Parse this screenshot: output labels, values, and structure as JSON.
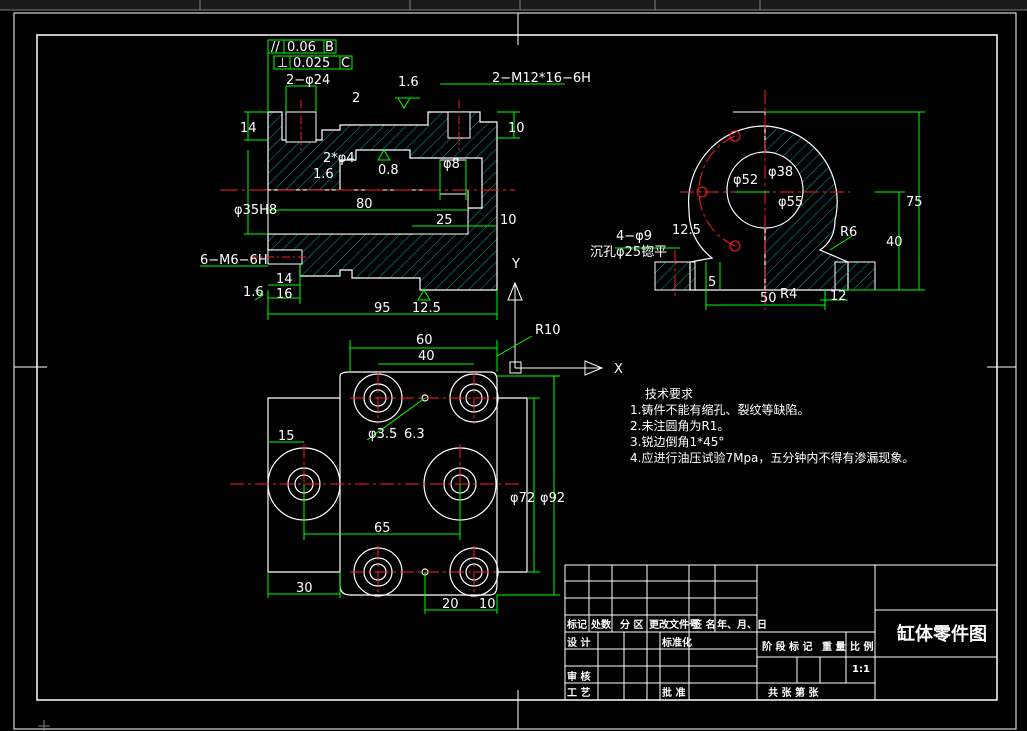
{
  "dims": {
    "flat_par": "//",
    "par_val": "0.06",
    "datum_b": "B",
    "perp": "⊥",
    "perp_val": "0.025",
    "datum_c": "C",
    "holes_24": "2−φ24",
    "thread_m12": "2−M12*16−6H",
    "rough_top": "1.6",
    "d14": "14",
    "d2": "2",
    "d10": "10",
    "pin_holes": "2*φ4",
    "rough_08": "0.8",
    "phi8": "φ8",
    "rough_16b": "1.6",
    "phi35": "φ35H8",
    "d80": "80",
    "d25": "25",
    "d10b": "10",
    "thread_m6": "6−M6−6H",
    "d14b": "14",
    "d16": "16",
    "rough_16c": "1.6",
    "d95": "95",
    "rough_125": "12.5",
    "d60": "60",
    "d40": "40",
    "r10": "R10",
    "axis_x": "X",
    "axis_y": "Y",
    "d15": "15",
    "phi35b": "φ3.5",
    "rough_63": "6.3",
    "d65": "65",
    "phi72": "φ72",
    "phi92": "φ92",
    "d30": "30",
    "d20": "20",
    "d10c": "10",
    "holes_9": "4−φ9",
    "counter": "沉孔φ25锪平",
    "rough_125b": "12.5",
    "phi52": "φ52",
    "phi38": "φ38",
    "phi55": "φ55",
    "r6": "R6",
    "d75": "75",
    "d40b": "40",
    "d5": "5",
    "d50": "50",
    "r4": "R4",
    "d12": "12"
  },
  "tech_notes": {
    "title": "技术要求",
    "items": [
      "1.铸件不能有缩孔、裂纹等缺陷。",
      "2.未注圆角为R1。",
      "3.锐边倒角1*45°",
      "4.应进行油压试验7Mpa，五分钟内不得有渗漏现象。"
    ]
  },
  "title_block": {
    "drawing_title": "缸体零件图",
    "mark": "标记",
    "count": "处数",
    "zone": "分 区",
    "change_doc": "更改文件号",
    "sign": "签 名",
    "date": "年、月、日",
    "design": "设 计",
    "standard": "标准化",
    "stage_mark": "阶 段 标 记",
    "weight": "重 量",
    "scale": "比 例",
    "scale_value": "1:1",
    "review": "审 核",
    "process": "工 艺",
    "approve": "批 准",
    "sheets": "共    张    第    张"
  },
  "colors": {
    "outline": "#ffffff",
    "hatch": "#00a8a8",
    "dimension": "#00ff00",
    "center": "#ff2020",
    "text": "#ffffff",
    "background": "#000000"
  }
}
